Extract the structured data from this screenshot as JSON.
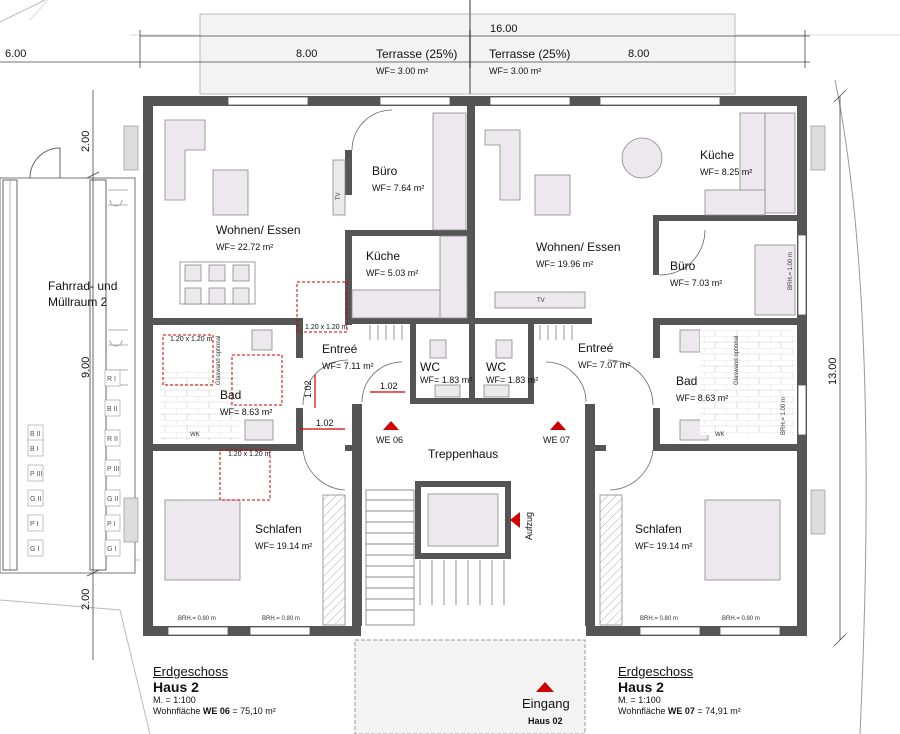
{
  "dimensions": {
    "total_width": "16.00",
    "left_width": "8.00",
    "right_width": "8.00",
    "left_offset": "6.00",
    "depth_total": "13.00",
    "side_top": "2.00",
    "side_mid": "9.00",
    "side_bottom": "2.00",
    "door_1": "1.02",
    "door_2": "1.02",
    "door_3": "1.02"
  },
  "terraces": [
    {
      "name": "Terrasse (25%)",
      "area": "WF= 3.00 m²"
    },
    {
      "name": "Terrasse (25%)",
      "area": "WF= 3.00 m²"
    }
  ],
  "rooms": {
    "wohnen_left": {
      "name": "Wohnen/ Essen",
      "area": "WF= 22.72 m²"
    },
    "buero_left": {
      "name": "Büro",
      "area": "WF= 7.64 m²"
    },
    "kueche_left": {
      "name": "Küche",
      "area": "WF= 5.03 m²"
    },
    "entree_left": {
      "name": "Entreé",
      "area": "WF= 7.11 m²"
    },
    "wc_left": {
      "name": "WC",
      "area": "WF= 1.83 m²"
    },
    "bad_left": {
      "name": "Bad",
      "area": "WF= 8.63 m²"
    },
    "schlafen_left": {
      "name": "Schlafen",
      "area": "WF= 19.14 m²"
    },
    "wohnen_right": {
      "name": "Wohnen/ Essen",
      "area": "WF= 19.96 m²"
    },
    "kueche_right": {
      "name": "Küche",
      "area": "WF= 8.25 m²"
    },
    "buero_right": {
      "name": "Büro",
      "area": "WF= 7.03 m²"
    },
    "entree_right": {
      "name": "Entreé",
      "area": "WF= 7.07 m²"
    },
    "wc_right": {
      "name": "WC",
      "area": "WF= 1.83 m²"
    },
    "bad_right": {
      "name": "Bad",
      "area": "WF= 8.63 m²"
    },
    "schlafen_right": {
      "name": "Schlafen",
      "area": "WF= 19.14 m²"
    },
    "treppenhaus": {
      "name": "Treppenhaus"
    },
    "aufzug": {
      "name": "Aufzug"
    },
    "fahrrad": {
      "line1": "Fahrrad- und",
      "line2": "Müllraum 2"
    }
  },
  "markers": {
    "we06": "WE 06",
    "we07": "WE 07",
    "eingang": "Eingang",
    "haus02": "Haus 02"
  },
  "small_labels": {
    "brh_080": "BRH.= 0.80 m",
    "brh_100": "BRH.= 1.00 m",
    "turning": "1.20 x 1.20 m",
    "tv": "TV",
    "wk": "WK",
    "glass": "Glaswand optional",
    "bike_racks": [
      "B II",
      "B II",
      "R II",
      "P III",
      "P III",
      "G II",
      "G II",
      "B I",
      "R I",
      "P I",
      "P I",
      "G I",
      "G I"
    ]
  },
  "info_left": {
    "title": "Erdgeschoss",
    "house": "Haus 2",
    "scale": "M. = 1:100",
    "area_label": "Wohnfläche",
    "unit": "WE 06",
    "area_value": "= 75,10 m²"
  },
  "info_right": {
    "title": "Erdgeschoss",
    "house": "Haus 2",
    "scale": "M. = 1:100",
    "area_label": "Wohnfläche",
    "unit": "WE 07",
    "area_value": "= 74,91 m²"
  },
  "colors": {
    "wall": "#555555",
    "furniture": "#ece8ee",
    "accent": "#d00000"
  }
}
